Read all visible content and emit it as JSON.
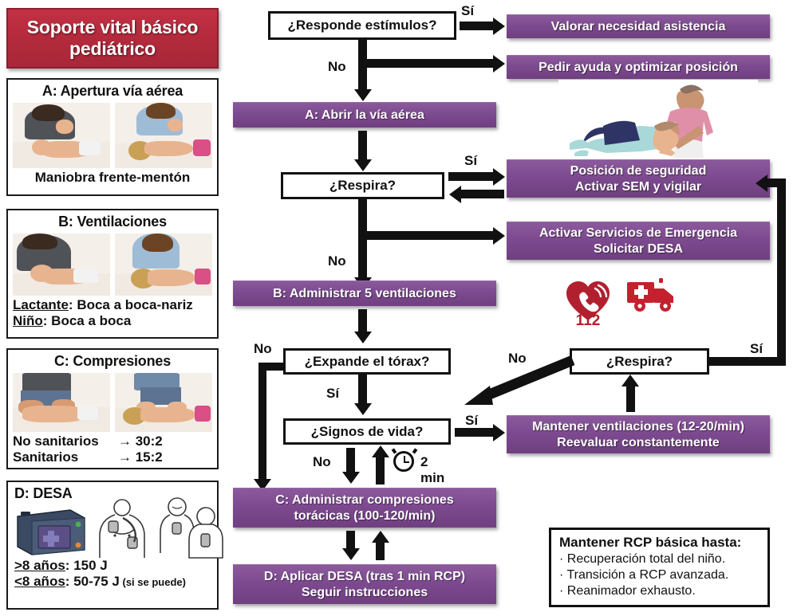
{
  "colors": {
    "title_red": "#b22a3b",
    "process_purple": "#7d4a8f",
    "box_border": "#111111",
    "emergency_red": "#c4212f"
  },
  "sidebar": {
    "title": "Soporte vital básico pediátrico",
    "panels": [
      {
        "id": "airway",
        "header": "A: Apertura vía aérea",
        "footer": "Maniobra frente-mentón",
        "images": [
          "infant-head-tilt-chin-lift-photo",
          "child-head-tilt-chin-lift-photo"
        ]
      },
      {
        "id": "ventilations",
        "header": "B: Ventilaciones",
        "lines": [
          {
            "key": "Lactante",
            "sep": ": ",
            "value": "Boca a boca-nariz"
          },
          {
            "key": "Niño",
            "sep": ": ",
            "value": "Boca a boca"
          }
        ],
        "images": [
          "infant-mouth-to-mouth-nose-photo",
          "child-mouth-to-mouth-photo"
        ]
      },
      {
        "id": "compressions",
        "header": "C: Compresiones",
        "rows": [
          {
            "key": "No sanitarios",
            "value": "→ 30:2"
          },
          {
            "key": "Sanitarios",
            "value": "→ 15:2"
          }
        ],
        "images": [
          "infant-chest-compressions-photo",
          "child-chest-compressions-photo"
        ]
      },
      {
        "id": "aed",
        "header": "D: DESA",
        "rows": [
          {
            "key": ">8 años",
            "sep": ":",
            "value": "150 J",
            "note": ""
          },
          {
            "key": "<8 años",
            "sep": ":",
            "value": "50-75 J",
            "note": "(si se puede)"
          }
        ],
        "images": [
          "aed-device-illustration",
          "adult-pad-placement-illustration",
          "child-pad-placement-illustration"
        ]
      }
    ]
  },
  "flow": {
    "decisions": {
      "responde": "¿Responde estímulos?",
      "respira_1": "¿Respira?",
      "expande": "¿Expande el tórax?",
      "signos": "¿Signos de vida?",
      "respira_2": "¿Respira?"
    },
    "actions": {
      "valorar": "Valorar necesidad asistencia",
      "pedir_ayuda": "Pedir ayuda y optimizar posición",
      "abrir_via": "A: Abrir la vía aérea",
      "posicion_seguridad": "Posición de seguridad\nActivar SEM y vigilar",
      "posicion_seguridad_l1": "Posición de seguridad",
      "posicion_seguridad_l2": "Activar SEM y vigilar",
      "activar_sem_l1": "Activar Servicios de Emergencia",
      "activar_sem_l2": "Solicitar DESA",
      "ventilaciones": "B: Administrar 5 ventilaciones",
      "mantener_vent_l1": "Mantener ventilaciones (12-20/min)",
      "mantener_vent_l2": "Reevaluar constantemente",
      "compresiones_l1": "C:  Administrar compresiones",
      "compresiones_l2": "torácicas (100-120/min)",
      "desa_l1": "D: Aplicar DESA (tras 1 min RCP)",
      "desa_l2": "Seguir instrucciones"
    },
    "labels": {
      "si_responde": "Sí",
      "no_responde": "No",
      "si_respira1": "Sí",
      "no_respira1": "No",
      "no_expande": "No",
      "si_expande": "Sí",
      "si_signos": "Sí",
      "no_signos": "No",
      "no_respira2": "No",
      "si_respira2": "Sí",
      "timer": "2 min"
    },
    "icons": {
      "emergency_number": "112",
      "heart_phone": "heart-phone-112-icon",
      "ambulance": "ambulance-icon",
      "clock": "alarm-clock-icon",
      "recovery_position": "recovery-position-illustration"
    }
  },
  "note": {
    "header": "Mantener RCP básica hasta:",
    "items": [
      "Recuperación total del niño.",
      "Transición a RCP avanzada.",
      "Reanimador exhausto."
    ],
    "bullet": "·"
  }
}
